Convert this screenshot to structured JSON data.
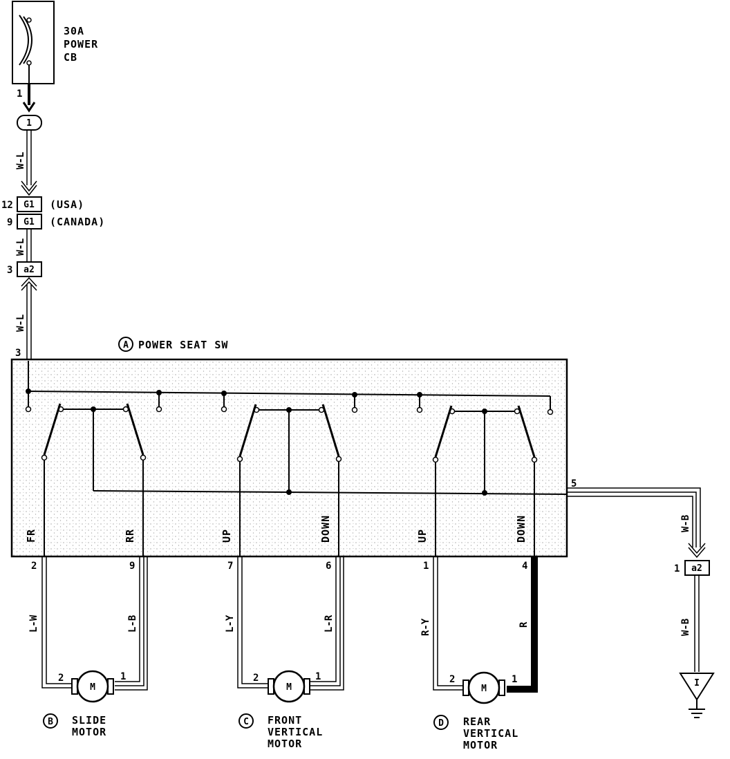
{
  "breaker": {
    "lines": [
      "30A",
      "POWER",
      "CB"
    ],
    "pin": "1"
  },
  "junction": {
    "label": "1"
  },
  "wires": {
    "feed_top": "W-L",
    "feed_mid": "W-L",
    "feed_low": "W-L",
    "slide_a": "L-W",
    "slide_b": "L-B",
    "front_a": "L-Y",
    "front_b": "L-R",
    "rear_a": "R-Y",
    "rear_b": "R",
    "ground_a": "W-B",
    "ground_b": "W-B"
  },
  "connectors": {
    "g1_usa": {
      "pin": "12",
      "label": "G1",
      "note": "(USA)"
    },
    "g1_canada": {
      "pin": "9",
      "label": "G1",
      "note": "(CANADA)"
    },
    "a2_top": {
      "pin": "3",
      "label": "a2"
    },
    "a2_ground": {
      "pin": "1",
      "label": "a2"
    }
  },
  "switch": {
    "letter": "A",
    "title": "POWER SEAT SW",
    "input_pin": "3",
    "ground_pin": "5",
    "positions": [
      "FR",
      "RR",
      "UP",
      "DOWN",
      "UP",
      "DOWN"
    ],
    "output_pins": [
      "2",
      "9",
      "7",
      "6",
      "1",
      "4"
    ]
  },
  "motors": [
    {
      "letter": "B",
      "lines": [
        "SLIDE",
        "MOTOR"
      ],
      "symbol": "M",
      "pin_left": "2",
      "pin_right": "1"
    },
    {
      "letter": "C",
      "lines": [
        "FRONT",
        "VERTICAL",
        "MOTOR"
      ],
      "symbol": "M",
      "pin_left": "2",
      "pin_right": "1"
    },
    {
      "letter": "D",
      "lines": [
        "REAR",
        "VERTICAL",
        "MOTOR"
      ],
      "symbol": "M",
      "pin_left": "2",
      "pin_right": "1"
    }
  ],
  "ground": {
    "label": "I"
  }
}
